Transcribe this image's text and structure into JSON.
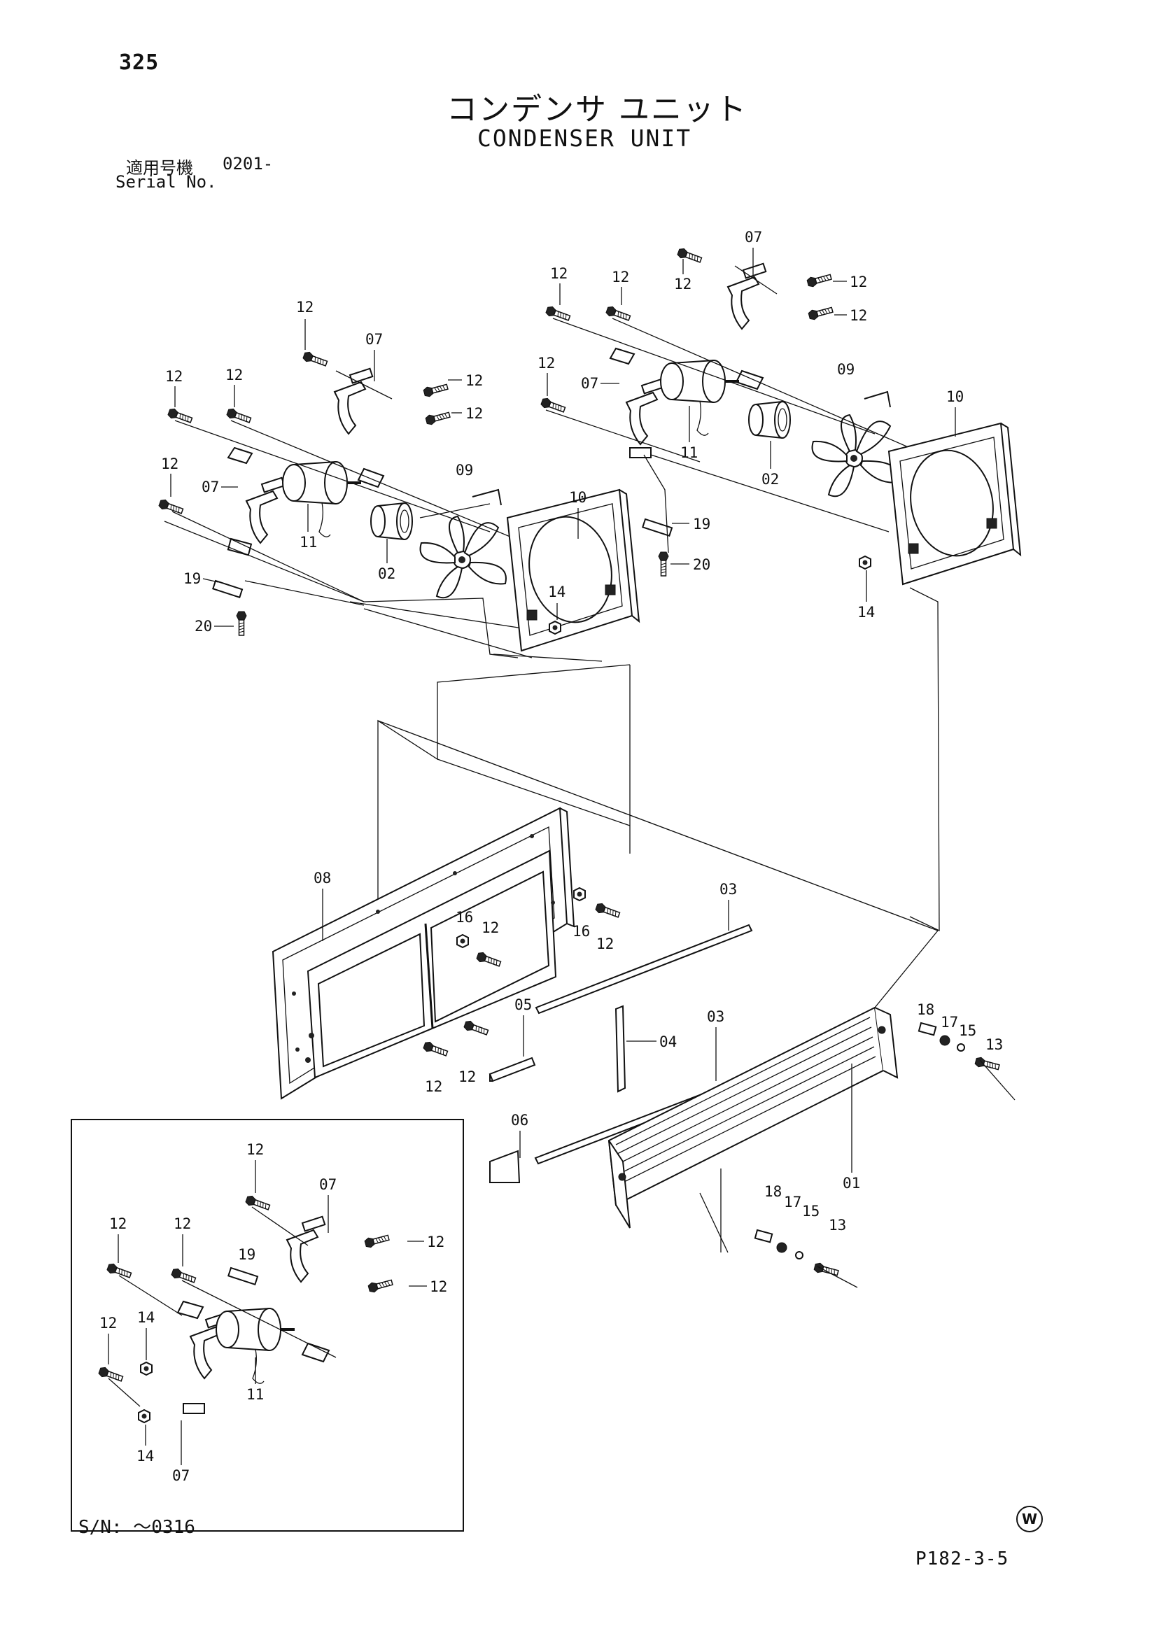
{
  "page_number": "325",
  "title_ja": "コンデンサ ユニット",
  "title_en": "CONDENSER UNIT",
  "serial": {
    "label_ja": "適用号機",
    "value": "0201-",
    "label_en": "Serial No."
  },
  "inset": {
    "serial_note": "S/N: ～0316"
  },
  "drawing_code": "P182-3-5",
  "w_mark": "W",
  "callouts": {
    "left": {
      "c12a": "12",
      "c07": "07",
      "c12b": "12",
      "c12c": "12",
      "c12d": "12",
      "c12e": "12",
      "c12f": "12",
      "c07b": "07",
      "c09": "09",
      "c11": "11",
      "c02": "02",
      "c10": "10",
      "c14": "14",
      "c19": "19",
      "c20": "20"
    },
    "right": {
      "c07": "07",
      "c12a": "12",
      "c12b": "12",
      "c12c": "12",
      "c12d": "12",
      "c12e": "12",
      "c12f": "12",
      "c07b": "07",
      "c09": "09",
      "c10": "10",
      "c11": "11",
      "c02": "02",
      "c19": "19",
      "c20": "20",
      "c14": "14"
    },
    "frame": {
      "c08": "08",
      "c16a": "16",
      "c12a": "12",
      "c16b": "16",
      "c12b": "12",
      "c12c": "12",
      "c12d": "12"
    },
    "core": {
      "c03a": "03",
      "c05": "05",
      "c04": "04",
      "c03b": "03",
      "c06": "06",
      "c01": "01",
      "c18a": "18",
      "c17a": "17",
      "c15a": "15",
      "c13a": "13",
      "c18b": "18",
      "c17b": "17",
      "c15b": "15",
      "c13b": "13"
    },
    "inset": {
      "c12a": "12",
      "c07a": "07",
      "c12b": "12",
      "c12c": "12",
      "c19": "19",
      "c12d": "12",
      "c12e": "12",
      "c12f": "12",
      "c14a": "14",
      "c11": "11",
      "c14b": "14",
      "c07b": "07"
    }
  }
}
